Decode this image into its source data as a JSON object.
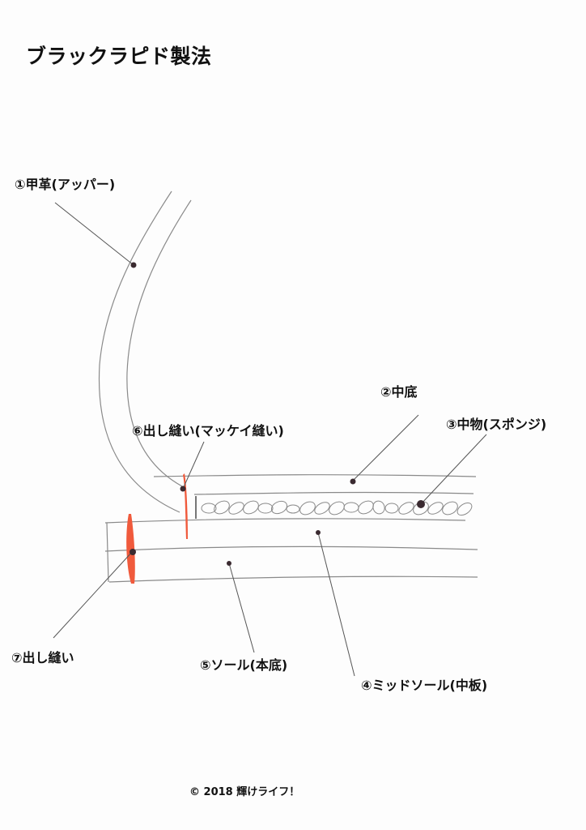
{
  "title": "ブラックラピド製法",
  "labels": {
    "upper": "①甲革(アッパー)",
    "insole": "②中底",
    "filler": "③中物(スポンジ)",
    "midsole": "④ミッドソール(中板)",
    "sole": "⑤ソール(本底)",
    "mckay_stitch": "⑥出し縫い(マッケイ縫い)",
    "outsole_stitch": "⑦出し縫い"
  },
  "copyright": "© 2018 輝けライフ！",
  "colors": {
    "stroke": "#8a8a8a",
    "leader": "#555555",
    "pin": "#3a2a30",
    "stitch": "#f05a3c"
  }
}
